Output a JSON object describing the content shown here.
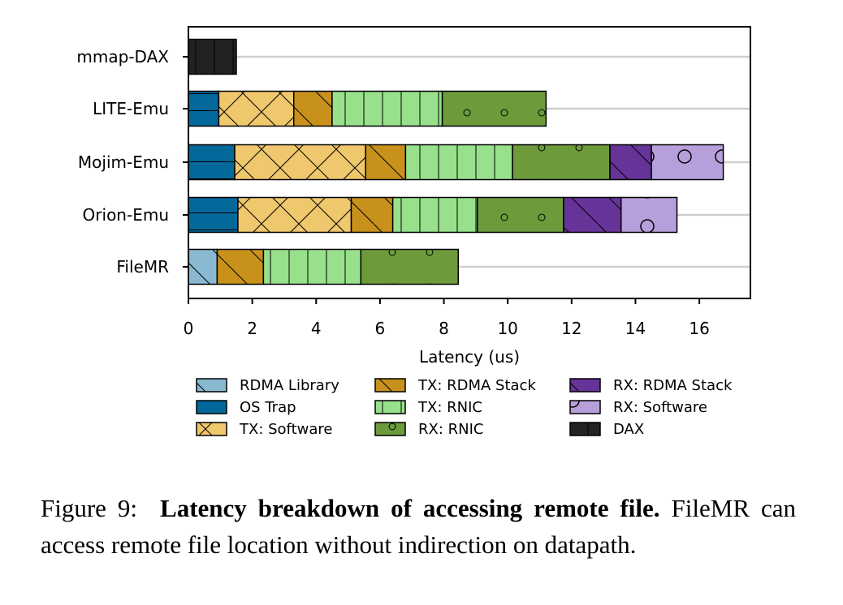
{
  "chart_data": {
    "type": "bar",
    "orientation": "horizontal",
    "stacked": true,
    "xlabel": "Latency (us)",
    "ylabel": "",
    "xlim": [
      0,
      17.6
    ],
    "xticks": [
      0,
      2,
      4,
      6,
      8,
      10,
      12,
      14,
      16
    ],
    "grid": "horizontal lines behind bars",
    "legend_placement": "below plot, 3 columns",
    "categories": [
      "mmap-DAX",
      "LITE-Emu",
      "Mojim-Emu",
      "Orion-Emu",
      "FileMR"
    ],
    "series": [
      {
        "name": "RDMA Library",
        "color": "#89b9d1",
        "hatch": "backslash",
        "values": [
          0,
          0,
          0,
          0,
          0.9
        ]
      },
      {
        "name": "OS Trap",
        "color": "#03689a",
        "hatch": "horizontal",
        "values": [
          0,
          0.95,
          1.45,
          1.55,
          0
        ]
      },
      {
        "name": "TX: Software",
        "color": "#efc76c",
        "hatch": "cross",
        "values": [
          0,
          2.35,
          4.1,
          3.55,
          0
        ]
      },
      {
        "name": "TX: RDMA Stack",
        "color": "#c8911c",
        "hatch": "backslash",
        "values": [
          0,
          1.2,
          1.25,
          1.3,
          1.45
        ]
      },
      {
        "name": "TX: RNIC",
        "color": "#98e08c",
        "hatch": "vertical",
        "values": [
          0,
          3.45,
          3.35,
          2.65,
          3.05
        ]
      },
      {
        "name": "RX: RNIC",
        "color": "#6d9b3c",
        "hatch": "small-circles",
        "values": [
          0,
          3.25,
          3.05,
          2.7,
          3.05
        ]
      },
      {
        "name": "RX: RDMA Stack",
        "color": "#663399",
        "hatch": "backslash",
        "values": [
          0,
          0,
          1.3,
          1.8,
          0
        ]
      },
      {
        "name": "RX: Software",
        "color": "#b79fdb",
        "hatch": "big-circles",
        "values": [
          0,
          0,
          2.25,
          1.75,
          0
        ]
      },
      {
        "name": "DAX",
        "color": "#222222",
        "hatch": "vertical",
        "values": [
          1.5,
          0,
          0,
          0,
          0
        ]
      }
    ]
  },
  "caption": {
    "label": "Figure 9:",
    "title": "Latency breakdown of accessing remote file.",
    "text": "FileMR can access remote file location without indirection on datapath."
  }
}
